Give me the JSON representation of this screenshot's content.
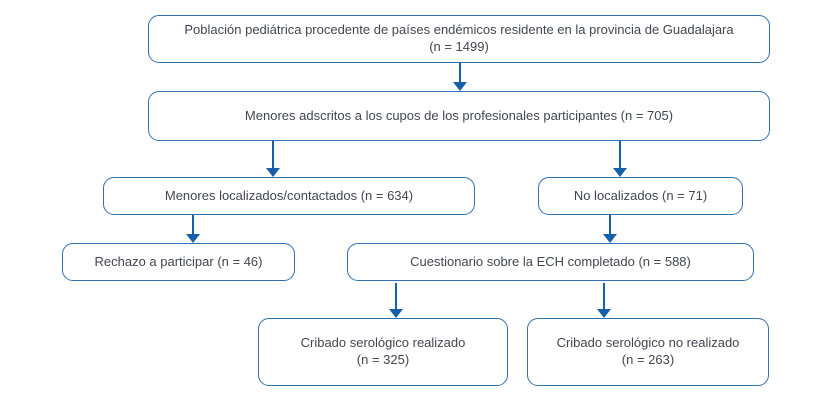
{
  "colors": {
    "box_border": "#2f6eb4",
    "arrow": "#1560a8",
    "text": "#414651",
    "background": "#ffffff"
  },
  "nodes": {
    "poblacion": {
      "label": "Población pediátrica procedente de países endémicos residente en la provincia de Guadalajara",
      "sublabel": "(n = 1499)"
    },
    "adscritos": {
      "label": "Menores adscritos a los cupos de los profesionales participantes (n = 705)"
    },
    "localizados": {
      "label": "Menores localizados/contactados (n = 634)"
    },
    "no_localizados": {
      "label": "No localizados (n = 71)"
    },
    "rechazo": {
      "label": "Rechazo a participar (n = 46)"
    },
    "cuestionario": {
      "label": "Cuestionario sobre la ECH completado (n = 588)"
    },
    "cribado_realizado": {
      "label": "Cribado serológico realizado",
      "sublabel": "(n = 325)"
    },
    "cribado_no_realizado": {
      "label": "Cribado serológico no realizado",
      "sublabel": "(n = 263)"
    }
  }
}
